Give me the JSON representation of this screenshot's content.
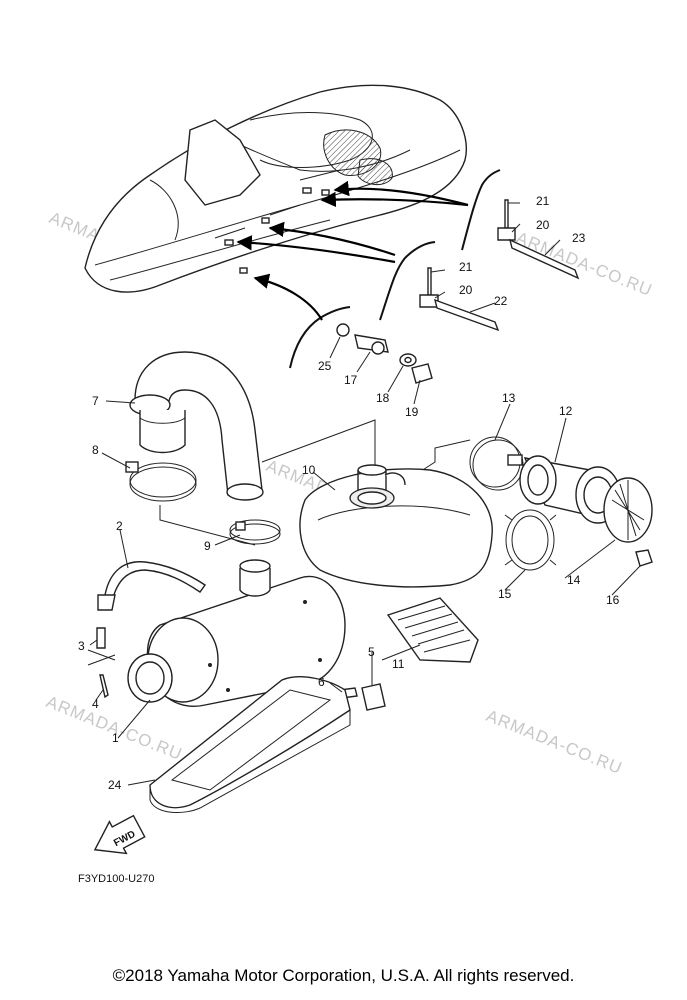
{
  "diagram": {
    "part_numbers": [
      "1",
      "2",
      "3",
      "4",
      "5",
      "6",
      "7",
      "8",
      "9",
      "10",
      "11",
      "12",
      "13",
      "14",
      "15",
      "16",
      "17",
      "18",
      "19",
      "20",
      "21",
      "22",
      "23",
      "24",
      "25"
    ],
    "callouts_upper": [
      "21",
      "20",
      "23",
      "21",
      "20",
      "22",
      "25",
      "17",
      "18",
      "19"
    ],
    "fwd_label": "FWD",
    "drawing_code": "F3YD100-U270",
    "watermark": "ARMADA-CO.RU"
  },
  "footer": {
    "copyright": "©2018 Yamaha Motor Corporation, U.S.A. All rights reserved."
  },
  "colors": {
    "line": "#222222",
    "watermark": "#c8c8c8",
    "background": "#ffffff"
  }
}
